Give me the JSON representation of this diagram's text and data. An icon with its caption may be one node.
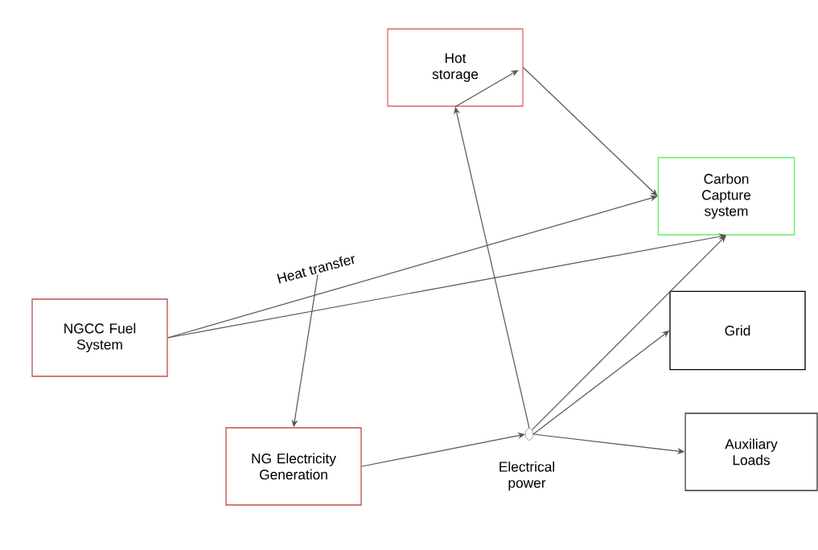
{
  "diagram": {
    "nodes": [
      {
        "text": [
          "Hot storage"
        ]
      },
      {
        "text": [
          "Carbon Capture system"
        ]
      },
      {
        "text": [
          "NGCC Fuel System"
        ]
      },
      {
        "text": [
          "NG Electricity Generation"
        ]
      },
      {
        "text": [
          "Grid"
        ]
      },
      {
        "text": [
          "Auxiliary Loads"
        ]
      },
      {
        "text": [],
        "shape": "circle",
        "beside": [
          "Electrical power"
        ]
      },
      {
        "text": [
          "Heat transfer"
        ]
      }
    ],
    "edges": [
      {
        "from": 2,
        "to": 1,
        "arrow": "to"
      },
      {
        "from": 2,
        "to": 1,
        "arrow": "to"
      },
      {
        "from": 7,
        "to": 3,
        "arrow": "to"
      },
      {
        "from": 3,
        "to": 6,
        "arrow": "to"
      },
      {
        "from": 6,
        "to": 0,
        "arrow": "to"
      },
      {
        "from": 0,
        "to": 1,
        "arrow": "to"
      },
      {
        "from": 6,
        "to": 1,
        "arrow": "to"
      },
      {
        "from": 6,
        "to": 4,
        "arrow": "to"
      },
      {
        "from": 6,
        "to": 5,
        "arrow": "to"
      }
    ]
  }
}
